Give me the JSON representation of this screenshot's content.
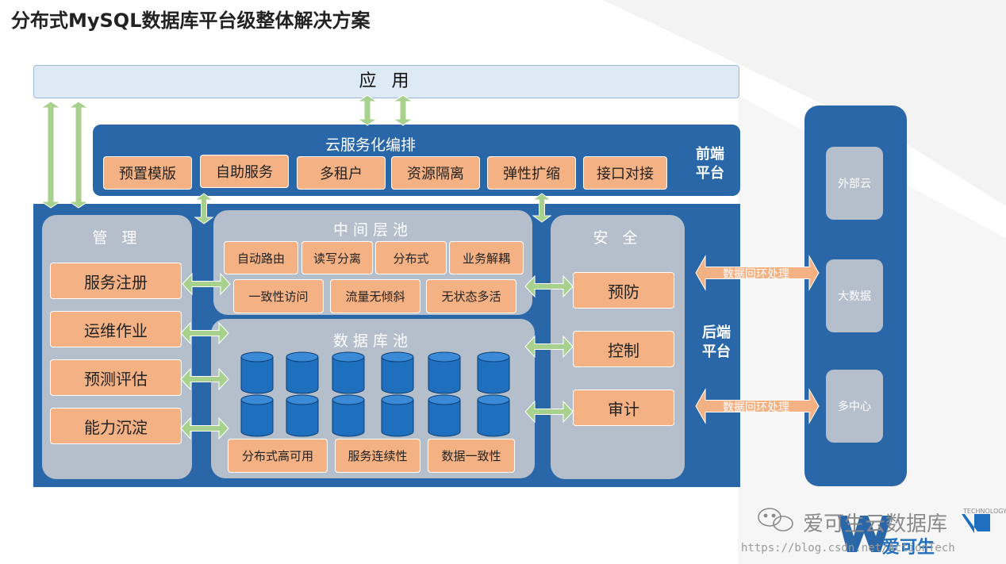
{
  "title": "分布式MySQL数据库平台级整体解决方案",
  "app_label": "应 用",
  "orchestration": {
    "title": "云服务化编排",
    "items": [
      "预置模版",
      "自助服务",
      "多租户",
      "资源隔离",
      "弹性扩缩",
      "接口对接"
    ]
  },
  "front_platform_label": "前端\n平台",
  "back_platform_label": "后端\n平台",
  "management": {
    "title": "管 理",
    "items": [
      "服务注册",
      "运维作业",
      "预测评估",
      "能力沉淀"
    ]
  },
  "middleware_pool": {
    "title": "中间层池",
    "row1": [
      "自动路由",
      "读写分离",
      "分布式",
      "业务解耦"
    ],
    "row2": [
      "一致性访问",
      "流量无倾斜",
      "无状态多活"
    ]
  },
  "database_pool": {
    "title": "数据库池",
    "items": [
      "分布式高可用",
      "服务连续性",
      "数据一致性"
    ]
  },
  "security": {
    "title": "安 全",
    "items": [
      "预防",
      "控制",
      "审计"
    ]
  },
  "data_flow_label_1": "数据回环处理",
  "data_flow_label_2": "数据回环处理",
  "external": [
    "外部云",
    "大数据",
    "多中心"
  ],
  "watermark": {
    "wechat": "爱可生云数据库",
    "url": "https://blog.csdn.net/ActionTech",
    "logo_text": "爱可生",
    "logo_small": "TECHNOLOGY"
  },
  "colors": {
    "blue": "#2a67a8",
    "orange": "#f4b183",
    "gray_panel": "#b4bfcb",
    "arrow_green": "#a9d18e",
    "cylinder": "#1f6fbf"
  }
}
